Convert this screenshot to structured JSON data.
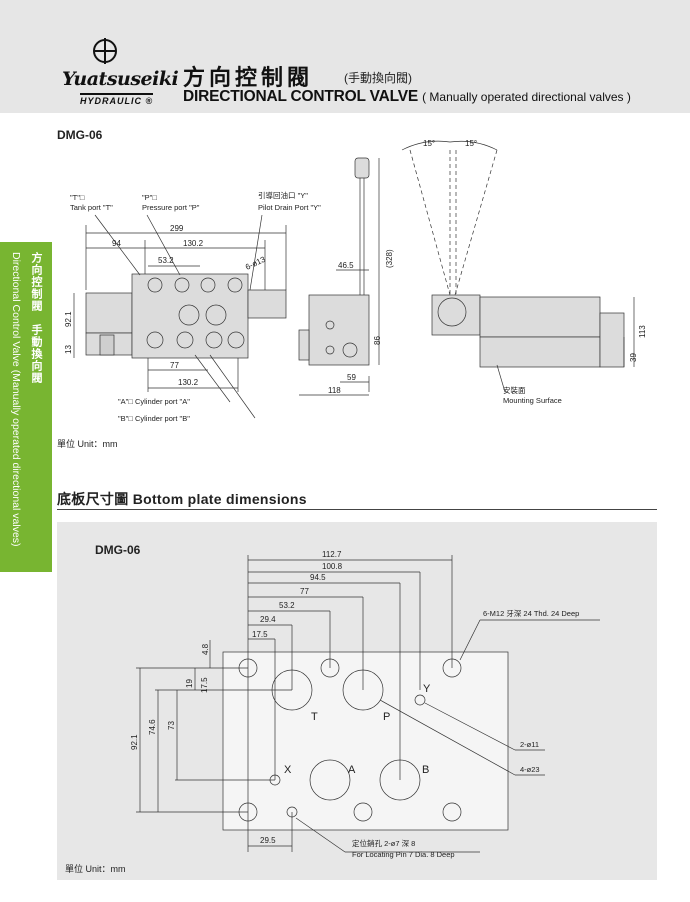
{
  "brand": {
    "logo_word": "Yuatsuseiki",
    "logo_sub": "HYDRAULIC ®"
  },
  "header": {
    "title_cn": "方向控制閥",
    "title_cn_sub": "(手動換向閥)",
    "title_en": "DIRECTIONAL CONTROL VALVE",
    "title_en_sub": "( Manually operated directional valves )"
  },
  "side_tab": {
    "cn": "方向控制閥　手動換向閥",
    "en": "Directional Control Valve (Manually operated directional valves)"
  },
  "valve_drawing": {
    "model": "DMG-06",
    "tank_port": "\"T\"□",
    "tank_port_en": "Tank port \"T\"",
    "pressure_port": "\"P\"□",
    "pressure_port_en": "Pressure port \"P\"",
    "pilot_port": "引導回油口 \"Y\"",
    "pilot_port_en": "Pilot Drain Port \"Y\"",
    "cyl_a": "\"A\"□ Cylinder port \"A\"",
    "cyl_b": "\"B\"□ Cylinder port \"B\"",
    "mounting_cn": "安裝面",
    "mounting_en": "Mounting Surface",
    "dims": {
      "d299": "299",
      "d94": "94",
      "d130_top": "130.2",
      "d53": "53.2",
      "d6ø13": "6-ø13",
      "d92": "92.1",
      "d13": "13",
      "d77": "77",
      "d130_bot": "130.2",
      "d46": "46.5",
      "d328": "(328)",
      "d86": "86",
      "d59": "59",
      "d118": "118",
      "d15a": "15°",
      "d15b": "15°",
      "d113": "113",
      "d39": "39"
    },
    "unit": "單位 Unit：mm"
  },
  "bottom_plate": {
    "section_title": "底板尺寸圖  Bottom plate dimensions",
    "model": "DMG-06",
    "unit": "單位 Unit：mm",
    "dims": {
      "d112": "112.7",
      "d100": "100.8",
      "d94": "94.5",
      "d77": "77",
      "d53": "53.2",
      "d29a": "29.4",
      "d17a": "17.5",
      "d4": "4.8",
      "d19": "19",
      "d17b": "17.5",
      "d92": "92.1",
      "d74": "74.6",
      "d73": "73",
      "d29b": "29.5"
    },
    "ports": {
      "T": "T",
      "P": "P",
      "Y": "Y",
      "X": "X",
      "A": "A",
      "B": "B"
    },
    "notes": {
      "m12": "6-M12 牙深 24  Thd. 24 Deep",
      "ø11": "2-ø11",
      "ø23": "4-ø23",
      "pin_cn": "定位銷孔 2-ø7 深 8",
      "pin_en": "For Locating Pin 7 Dia. 8 Deep"
    }
  }
}
